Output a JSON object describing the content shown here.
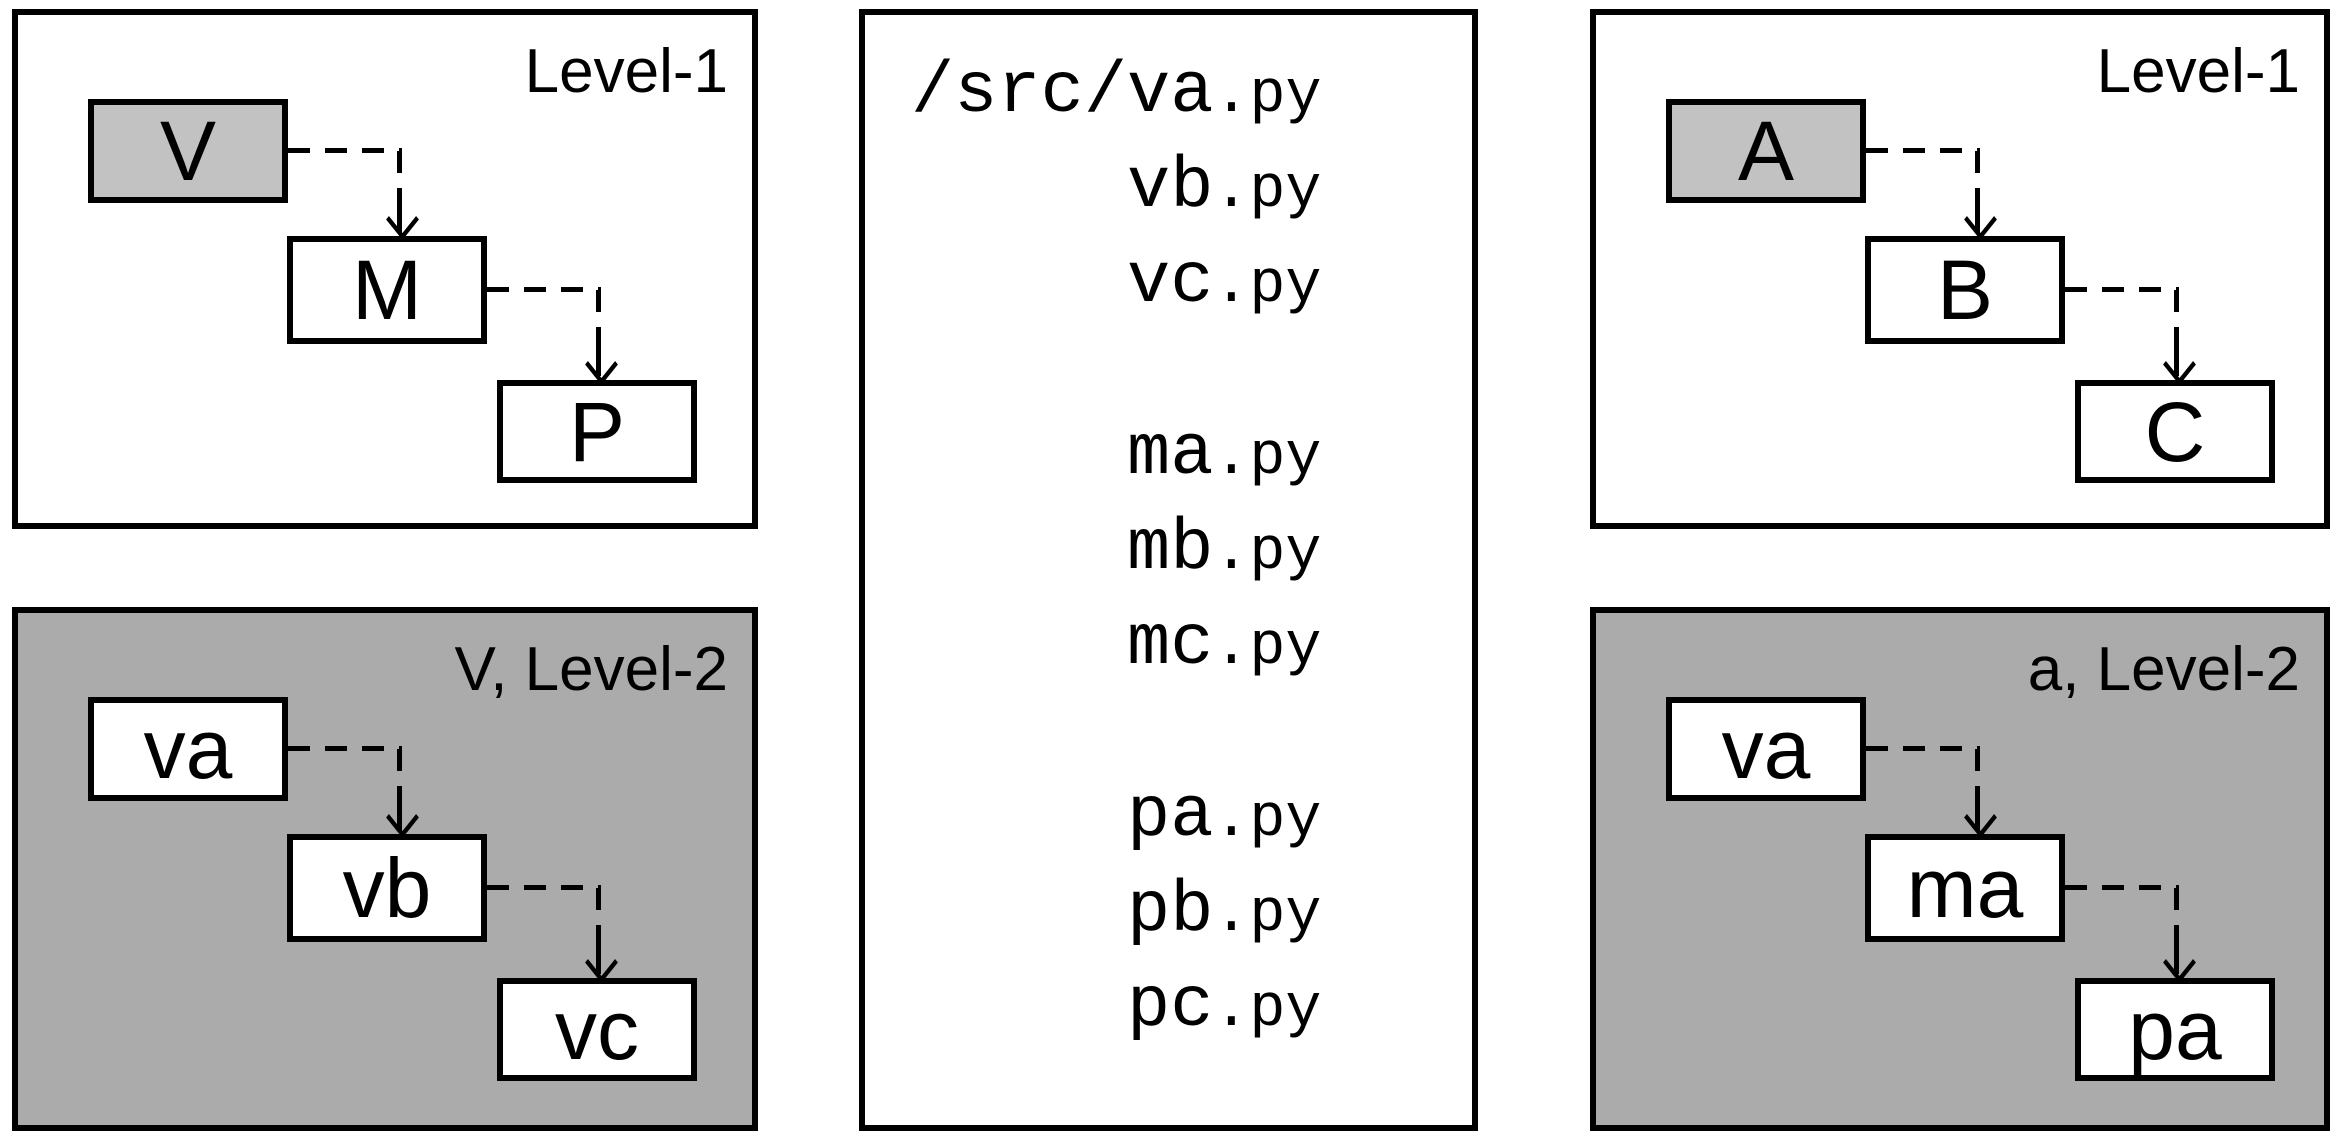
{
  "colors": {
    "panel_background_gray": "#ababab",
    "shaded_node_gray": "#c2c2c2",
    "outline_black": "#000000",
    "background_white": "#ffffff"
  },
  "panels": [
    {
      "label": "Level-1",
      "node1": "V",
      "node2": "M",
      "node3": "P"
    },
    {
      "label": "V, Level-2",
      "node1": "va",
      "node2": "vb",
      "node3": "vc"
    },
    {
      "label": "Level-1",
      "node1": "A",
      "node2": "B",
      "node3": "C"
    },
    {
      "label": "a, Level-2",
      "node1": "va",
      "node2": "ma",
      "node3": "pa"
    }
  ],
  "file_listing": {
    "groups": [
      {
        "lines": [
          {
            "prefix": "/src/",
            "base": "va",
            "ext": ".py"
          },
          {
            "base": "vb",
            "ext": ".py"
          },
          {
            "base": "vc",
            "ext": ".py"
          }
        ]
      },
      {
        "lines": [
          {
            "base": "ma",
            "ext": ".py"
          },
          {
            "base": "mb",
            "ext": ".py"
          },
          {
            "base": "mc",
            "ext": ".py"
          }
        ]
      },
      {
        "lines": [
          {
            "base": "pa",
            "ext": ".py"
          },
          {
            "base": "pb",
            "ext": ".py"
          },
          {
            "base": "pc",
            "ext": ".py"
          }
        ]
      }
    ]
  }
}
